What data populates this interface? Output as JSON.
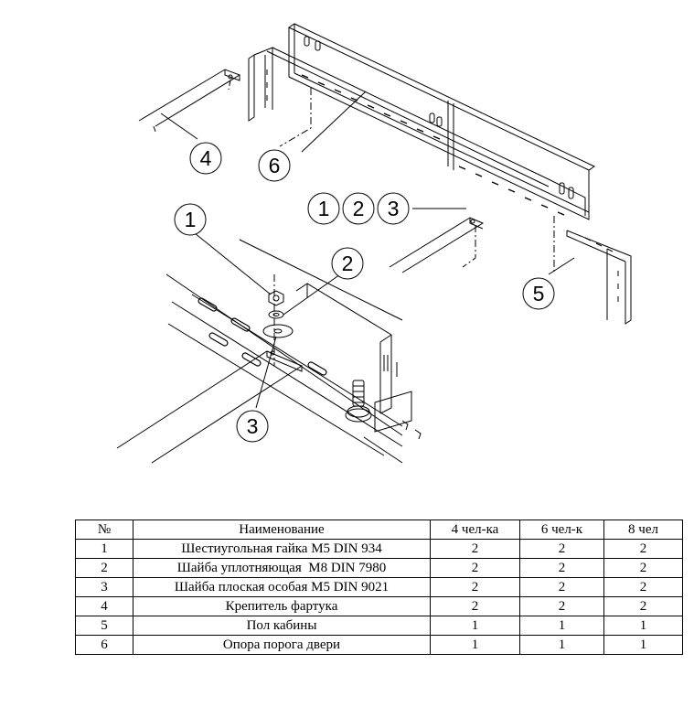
{
  "callouts": {
    "c1": "1",
    "c2": "2",
    "c3": "3",
    "c4": "4",
    "c5": "5",
    "c6": "6",
    "g1": "1",
    "g2": "2",
    "g3": "3"
  },
  "table": {
    "headers": {
      "num": "№",
      "name": "Наименование",
      "q1": "4 чел-ка",
      "q2": "6 чел-к",
      "q3": "8 чел"
    },
    "rows": [
      {
        "num": "1",
        "name": "Шестиугольная гайка М5 DIN 934",
        "q1": "2",
        "q2": "2",
        "q3": "2"
      },
      {
        "num": "2",
        "name": "Шайба уплотняющая  М8 DIN 7980",
        "q1": "2",
        "q2": "2",
        "q3": "2"
      },
      {
        "num": "3",
        "name": "Шайба плоская особая М5 DIN 9021",
        "q1": "2",
        "q2": "2",
        "q3": "2"
      },
      {
        "num": "4",
        "name": "Крепитель фартука",
        "q1": "2",
        "q2": "2",
        "q3": "2"
      },
      {
        "num": "5",
        "name": "Пол кабины",
        "q1": "1",
        "q2": "1",
        "q3": "1"
      },
      {
        "num": "6",
        "name": "Опора порога двери",
        "q1": "1",
        "q2": "1",
        "q3": "1"
      }
    ]
  }
}
